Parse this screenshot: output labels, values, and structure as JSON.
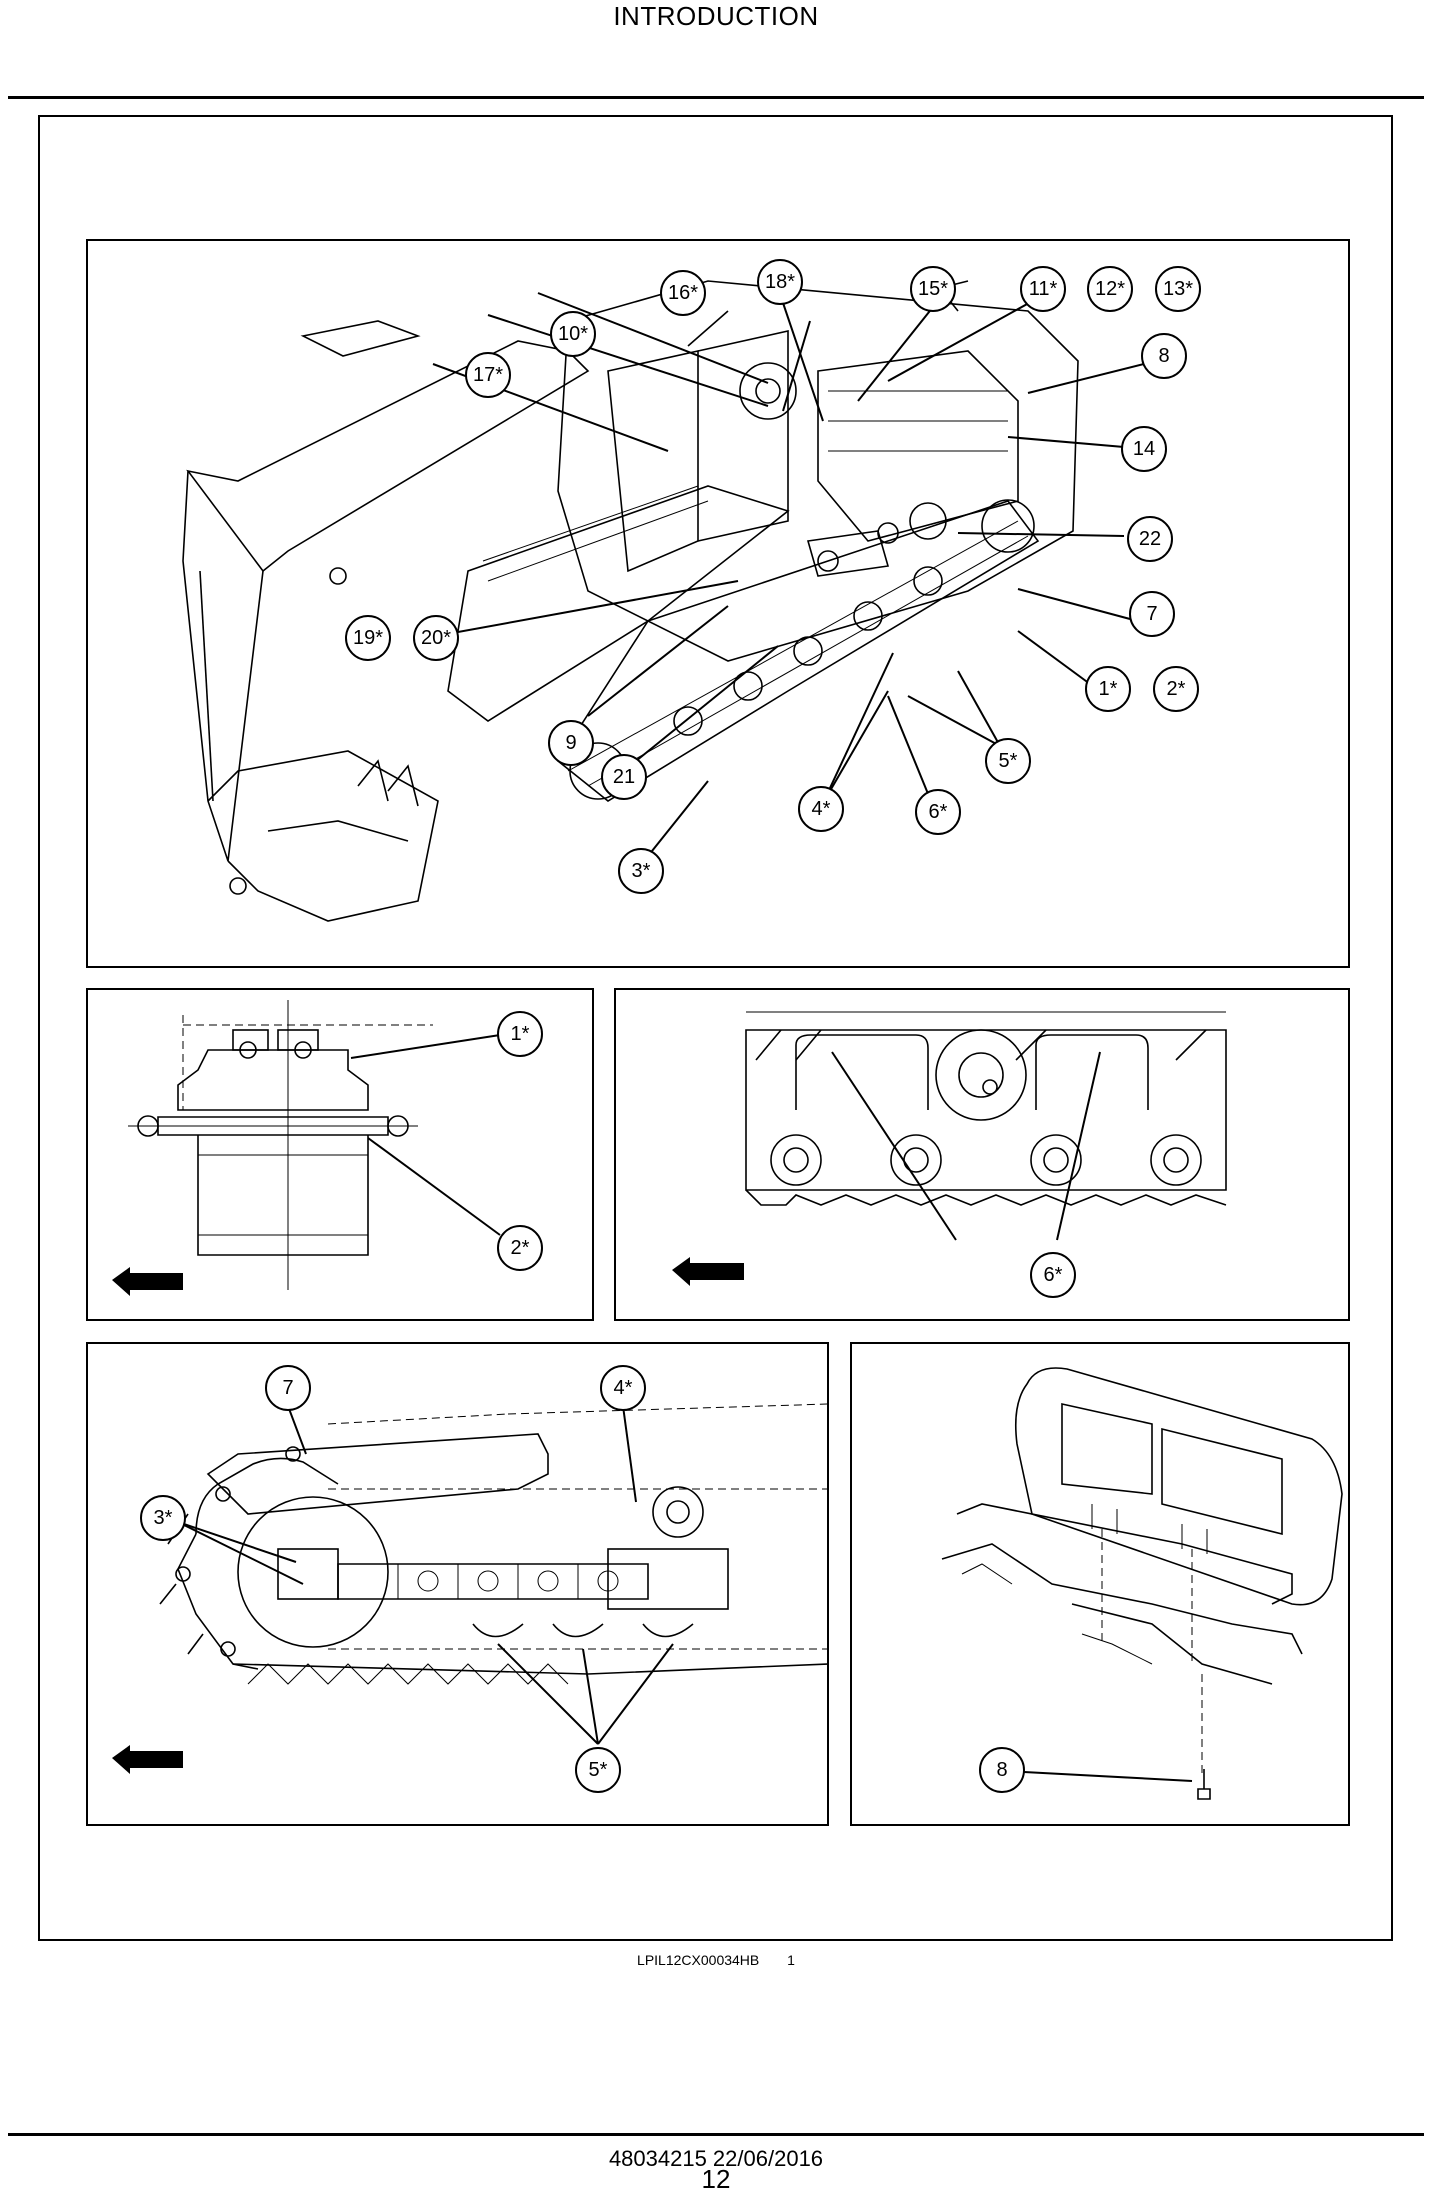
{
  "header": {
    "title": "INTRODUCTION"
  },
  "figure": {
    "caption_code": "LPIL12CX00034HB",
    "caption_number": "1",
    "panels": {
      "main": {
        "callouts": [
          "16*",
          "18*",
          "15*",
          "11*",
          "12*",
          "13*",
          "10*",
          "17*",
          "8",
          "14",
          "22",
          "7",
          "19*",
          "20*",
          "1*",
          "2*",
          "9",
          "5*",
          "21",
          "4*",
          "6*",
          "3*"
        ]
      },
      "final_drive": {
        "callouts": [
          "1*",
          "2*"
        ]
      },
      "track_rollers": {
        "callouts": [
          "6*"
        ]
      },
      "undercarriage": {
        "callouts": [
          "7",
          "4*",
          "3*",
          "5*"
        ]
      },
      "counterweight": {
        "callouts": [
          "8"
        ]
      }
    }
  },
  "footer": {
    "doc_ref": "48034215 22/06/2016",
    "page_number": "12"
  }
}
